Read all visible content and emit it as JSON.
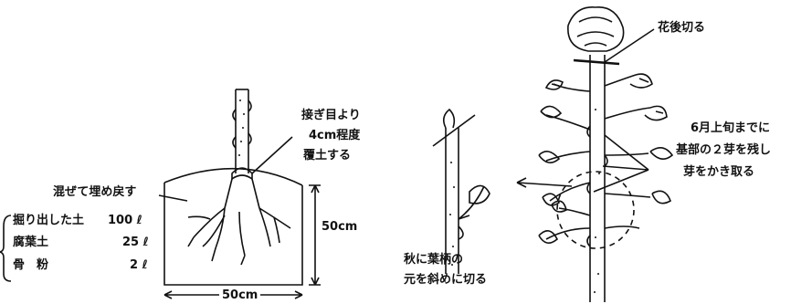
{
  "planting": {
    "graft_note": [
      "接ぎ目より",
      "4cm程度",
      "覆土する"
    ],
    "mix_note": "混ぜて埋め戻す",
    "soil_rows": [
      {
        "name": "掘り出した土",
        "amount": "100 ℓ"
      },
      {
        "name": "腐葉土",
        "amount": "25 ℓ"
      },
      {
        "name": "骨　粉",
        "amount": "2 ℓ"
      }
    ],
    "depth": "50cm",
    "width": "50cm"
  },
  "autumn_cut": [
    "秋に葉柄の",
    "元を斜めに切る"
  ],
  "pruning": {
    "after_flower": "花後切る",
    "bud_note": [
      "6月上旬までに",
      "基部の２芽を残し",
      "芽をかき取る"
    ]
  }
}
